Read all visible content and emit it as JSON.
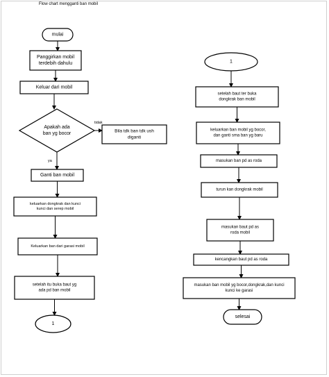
{
  "document": {
    "title": "Flow chart mengganti ban mobil"
  },
  "flowchart": {
    "nodes": [
      {
        "id": "start",
        "shape": "terminal",
        "lines": [
          "mulai"
        ]
      },
      {
        "id": "p1",
        "shape": "process",
        "lines": [
          "Panggirkan mobil",
          "terdebih dahulu"
        ]
      },
      {
        "id": "p2",
        "shape": "process",
        "lines": [
          "Keluar dari mobil"
        ]
      },
      {
        "id": "d1",
        "shape": "decision",
        "lines": [
          "Apakah ada",
          "ban yg bocor"
        ]
      },
      {
        "id": "p_no",
        "shape": "process",
        "lines": [
          "Bila tdk ban tdk ush",
          "diganti"
        ]
      },
      {
        "id": "p3",
        "shape": "process",
        "lines": [
          "Ganti ban mobil"
        ]
      },
      {
        "id": "p4",
        "shape": "process",
        "lines": [
          "keluarkan dongkrak dan kunci",
          "kunci dan serep mobil"
        ]
      },
      {
        "id": "p5",
        "shape": "process",
        "lines": [
          "Keluarkan ban dari garasi mobil"
        ]
      },
      {
        "id": "p6",
        "shape": "process",
        "lines": [
          "setelah itu buka baut yg",
          "ada pd ban mobil"
        ]
      },
      {
        "id": "c1",
        "shape": "connector",
        "lines": [
          "1"
        ]
      },
      {
        "id": "c2",
        "shape": "connector",
        "lines": [
          "1"
        ]
      },
      {
        "id": "q1",
        "shape": "process",
        "lines": [
          "setelah baut ter buka",
          "dongkrak ban mobil"
        ]
      },
      {
        "id": "q2",
        "shape": "process",
        "lines": [
          "keluarkan ban mobil yg bocor,",
          "dan ganti sma ban yg baru"
        ]
      },
      {
        "id": "q3",
        "shape": "process",
        "lines": [
          "masukan ban pd as roda"
        ]
      },
      {
        "id": "q4",
        "shape": "process",
        "lines": [
          "turun kan dongkrak mobil"
        ]
      },
      {
        "id": "q5",
        "shape": "process",
        "lines": [
          "masukan baut pd as",
          "roda mobil"
        ]
      },
      {
        "id": "q6",
        "shape": "process",
        "lines": [
          "kencangkan baut pd as roda"
        ]
      },
      {
        "id": "q7",
        "shape": "process",
        "lines": [
          "masukan ban mobil yg bocor,dongkrak,dan kunci",
          "kunci ke garasi"
        ]
      },
      {
        "id": "end",
        "shape": "terminal",
        "lines": [
          "selesai"
        ]
      }
    ],
    "edges": [
      {
        "from": "start",
        "to": "p1",
        "label": ""
      },
      {
        "from": "p1",
        "to": "p2",
        "label": ""
      },
      {
        "from": "p2",
        "to": "d1",
        "label": ""
      },
      {
        "from": "d1",
        "to": "p_no",
        "label": "tidak"
      },
      {
        "from": "d1",
        "to": "p3",
        "label": "ya"
      },
      {
        "from": "p3",
        "to": "p4",
        "label": ""
      },
      {
        "from": "p4",
        "to": "p5",
        "label": ""
      },
      {
        "from": "p5",
        "to": "p6",
        "label": ""
      },
      {
        "from": "p6",
        "to": "c1",
        "label": ""
      },
      {
        "from": "c2",
        "to": "q1",
        "label": ""
      },
      {
        "from": "q1",
        "to": "q2",
        "label": ""
      },
      {
        "from": "q2",
        "to": "q3",
        "label": ""
      },
      {
        "from": "q3",
        "to": "q4",
        "label": ""
      },
      {
        "from": "q4",
        "to": "q5",
        "label": ""
      },
      {
        "from": "q5",
        "to": "q6",
        "label": ""
      },
      {
        "from": "q6",
        "to": "q7",
        "label": ""
      },
      {
        "from": "q7",
        "to": "end",
        "label": ""
      }
    ]
  }
}
